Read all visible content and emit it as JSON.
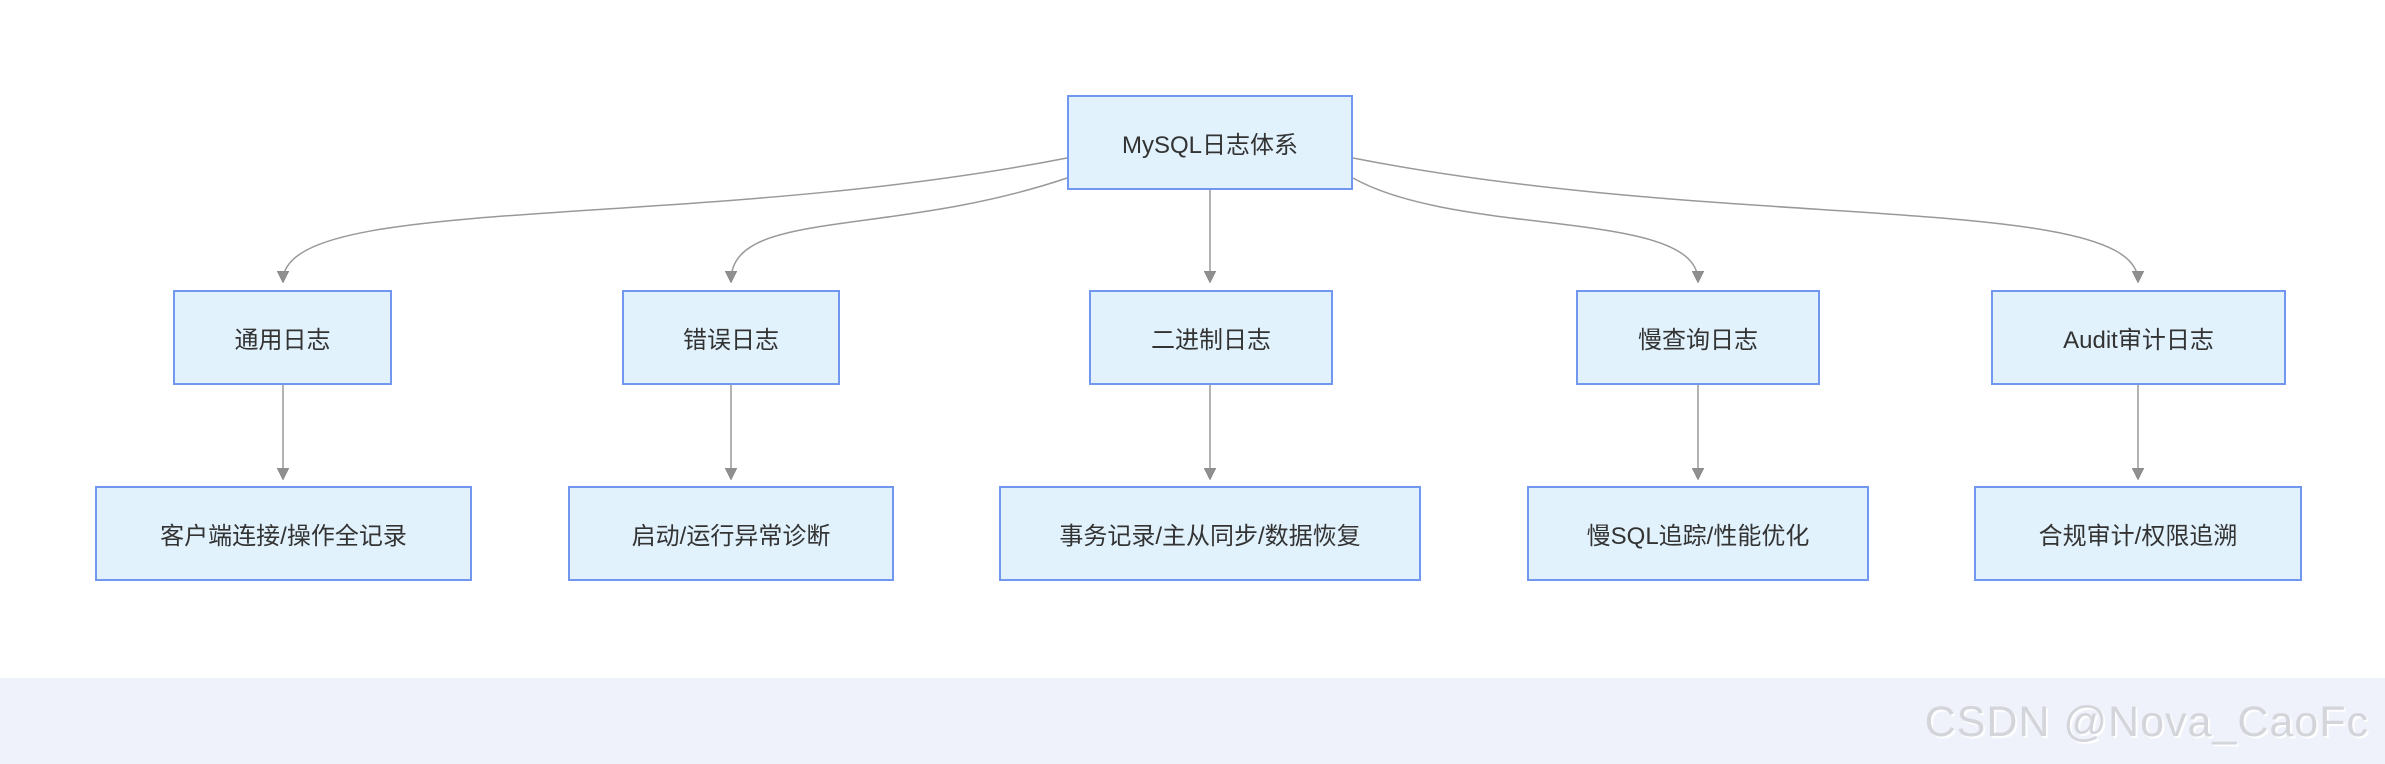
{
  "diagram": {
    "title_node": {
      "label": "MySQL日志体系"
    },
    "level2": [
      {
        "id": "general-log",
        "label": "通用日志"
      },
      {
        "id": "error-log",
        "label": "错误日志"
      },
      {
        "id": "binary-log",
        "label": "二进制日志"
      },
      {
        "id": "slow-log",
        "label": "慢查询日志"
      },
      {
        "id": "audit-log",
        "label": "Audit审计日志"
      }
    ],
    "level3": [
      {
        "id": "general-log-desc",
        "label": "客户端连接/操作全记录"
      },
      {
        "id": "error-log-desc",
        "label": "启动/运行异常诊断"
      },
      {
        "id": "binary-log-desc",
        "label": "事务记录/主从同步/数据恢复"
      },
      {
        "id": "slow-log-desc",
        "label": "慢SQL追踪/性能优化"
      },
      {
        "id": "audit-log-desc",
        "label": "合规审计/权限追溯"
      }
    ],
    "edges": [
      {
        "from": "MySQL日志体系",
        "to": "通用日志"
      },
      {
        "from": "MySQL日志体系",
        "to": "错误日志"
      },
      {
        "from": "MySQL日志体系",
        "to": "二进制日志"
      },
      {
        "from": "MySQL日志体系",
        "to": "慢查询日志"
      },
      {
        "from": "MySQL日志体系",
        "to": "Audit审计日志"
      },
      {
        "from": "通用日志",
        "to": "客户端连接/操作全记录"
      },
      {
        "from": "错误日志",
        "to": "启动/运行异常诊断"
      },
      {
        "from": "二进制日志",
        "to": "事务记录/主从同步/数据恢复"
      },
      {
        "from": "慢查询日志",
        "to": "慢SQL追踪/性能优化"
      },
      {
        "from": "Audit审计日志",
        "to": "合规审计/权限追溯"
      }
    ],
    "colors": {
      "node_fill": "#e1f2fd",
      "node_border": "#7297ef",
      "node_text": "#333333",
      "edge": "#999999",
      "arrowhead": "#8f8f8f",
      "footer_bg": "#eff2fa",
      "watermark_text_color": "#d3d5db",
      "canvas_bg": "#ffffff"
    }
  },
  "watermark": {
    "text": "CSDN @Nova_CaoFc"
  }
}
